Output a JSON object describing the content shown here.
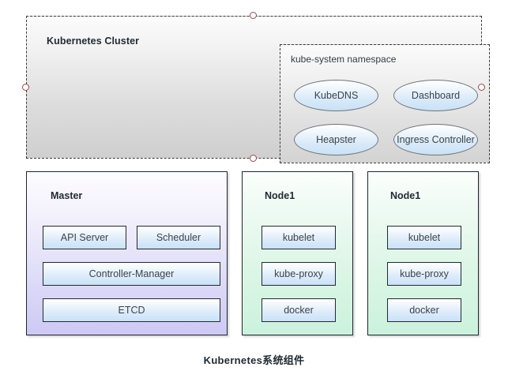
{
  "caption": "Kubernetes系统组件",
  "cluster": {
    "title": "Kubernetes Cluster",
    "namespace": {
      "title": "kube-system namespace",
      "pods": [
        {
          "label": "KubeDNS"
        },
        {
          "label": "Dashboard"
        },
        {
          "label": "Heapster"
        },
        {
          "label": "Ingress Controller"
        }
      ]
    }
  },
  "panels": [
    {
      "title": "Master",
      "components": [
        {
          "label": "API Server"
        },
        {
          "label": "Scheduler"
        },
        {
          "label": "Controller-Manager"
        },
        {
          "label": "ETCD"
        }
      ]
    },
    {
      "title": "Node1",
      "components": [
        {
          "label": "kubelet"
        },
        {
          "label": "kube-proxy"
        },
        {
          "label": "docker"
        }
      ]
    },
    {
      "title": "Node1",
      "components": [
        {
          "label": "kubelet"
        },
        {
          "label": "kube-proxy"
        },
        {
          "label": "docker"
        }
      ]
    }
  ],
  "selection_handles": [
    {
      "name": "top"
    },
    {
      "name": "bottom"
    },
    {
      "name": "left"
    },
    {
      "name": "right"
    }
  ],
  "colors": {
    "cluster_fill_top": "#fcfcfc",
    "cluster_fill_bottom": "#cfcfcf",
    "master_fill_bottom": "#cdc9f5",
    "node_fill_bottom": "#cbf2dd",
    "component_fill_bottom": "#c9e2f8",
    "handle_stroke": "#9c4747",
    "border": "#20262c",
    "text": "#30383f"
  }
}
